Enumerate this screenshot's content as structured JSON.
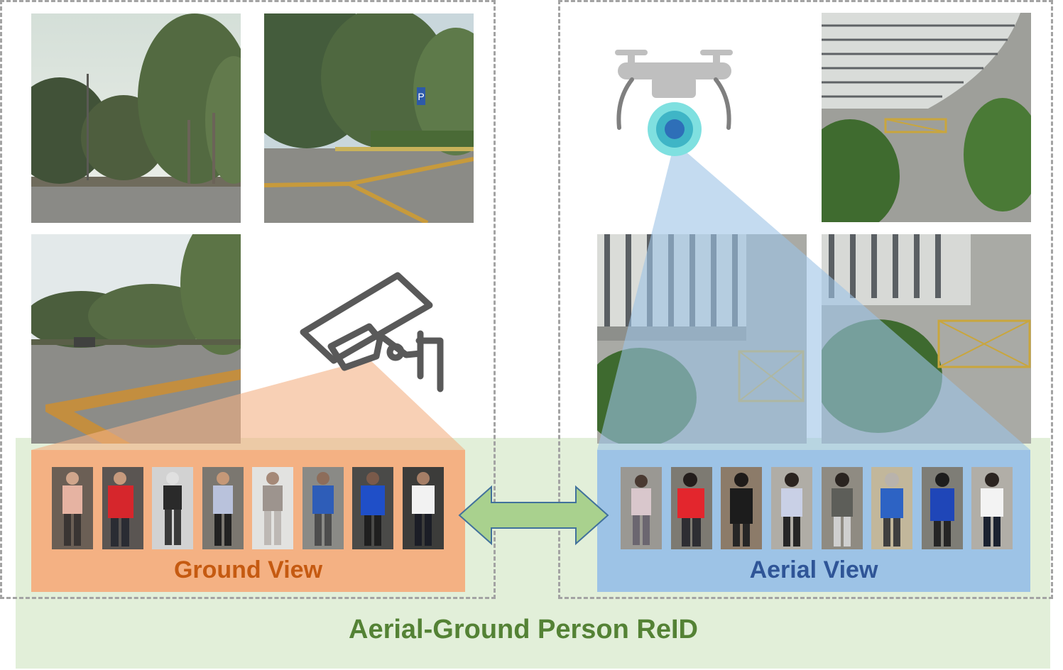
{
  "ground_view": {
    "label": "Ground View",
    "crop_count": 8
  },
  "aerial_view": {
    "label": "Aerial View",
    "crop_count": 8
  },
  "title": "Aerial-Ground Person ReID",
  "colors": {
    "ground_accent": "#c55a11",
    "ground_fill": "#f4b183",
    "aerial_accent": "#2f5597",
    "aerial_fill": "#9dc3e6",
    "title": "#548235",
    "band": "#e2efd9",
    "arrow": "#a9d18e"
  },
  "icons": [
    "surveillance-camera-icon",
    "drone-icon",
    "double-arrow-icon"
  ]
}
